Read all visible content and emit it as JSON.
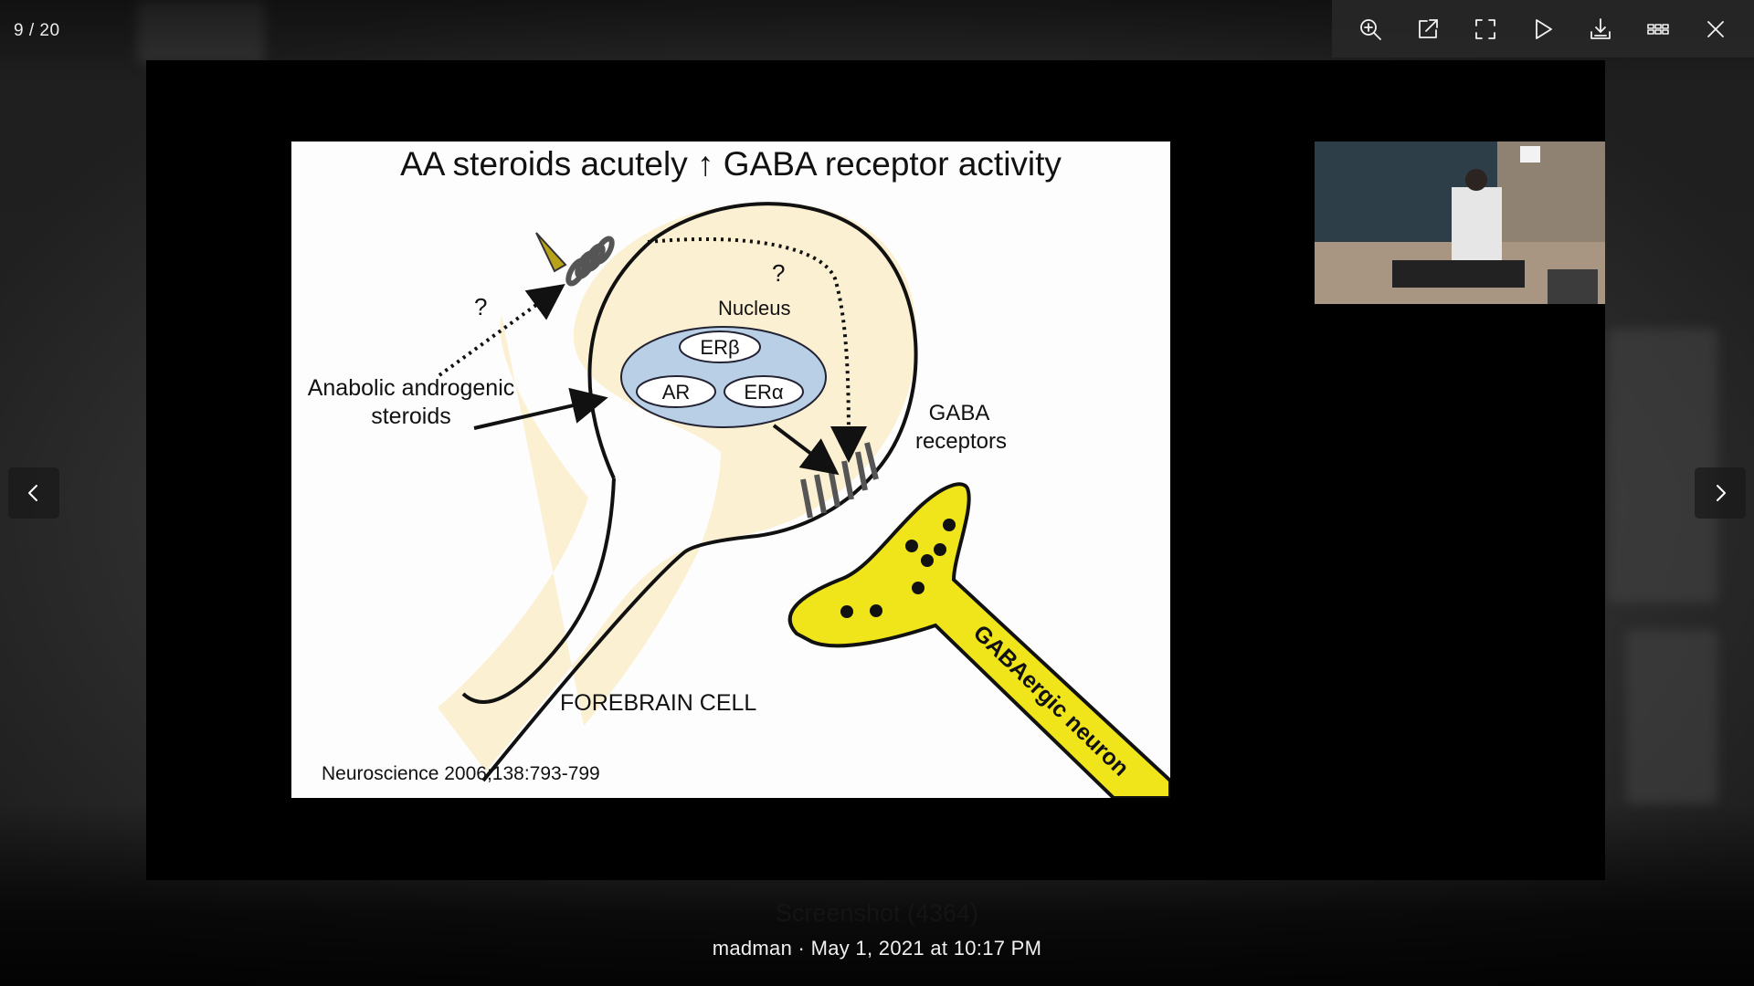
{
  "viewer": {
    "counter": "9 / 20",
    "caption": "Screenshot (4364)",
    "meta": "madman · May 1, 2021 at 10:17 PM"
  },
  "toolbar": {
    "buttons": [
      {
        "icon": "zoom-in-icon"
      },
      {
        "icon": "open-external-icon"
      },
      {
        "icon": "fullscreen-icon"
      },
      {
        "icon": "play-slideshow-icon"
      },
      {
        "icon": "download-icon"
      },
      {
        "icon": "thumbnails-grid-icon"
      },
      {
        "icon": "close-icon"
      }
    ]
  },
  "slide": {
    "title": "AA steroids acutely ↑ GABA receptor activity",
    "question_left": "?",
    "question_right": "?",
    "nucleus_label": "Nucleus",
    "er_beta": "ERβ",
    "ar": "AR",
    "er_alpha": "ERα",
    "steroids_line1": "Anabolic androgenic",
    "steroids_line2": "steroids",
    "gaba_line1": "GABA",
    "gaba_line2": "receptors",
    "gabaergic_label": "GABAergic neuron",
    "forebrain_label": "FOREBRAIN CELL",
    "citation": "Neuroscience 2006;138:793-799"
  },
  "colors": {
    "cell_fill": "#fbf0d2",
    "nucleus_fill": "#b8cfe6",
    "neuron_fill": "#f0e51a",
    "viewer_bg": "#000000"
  }
}
